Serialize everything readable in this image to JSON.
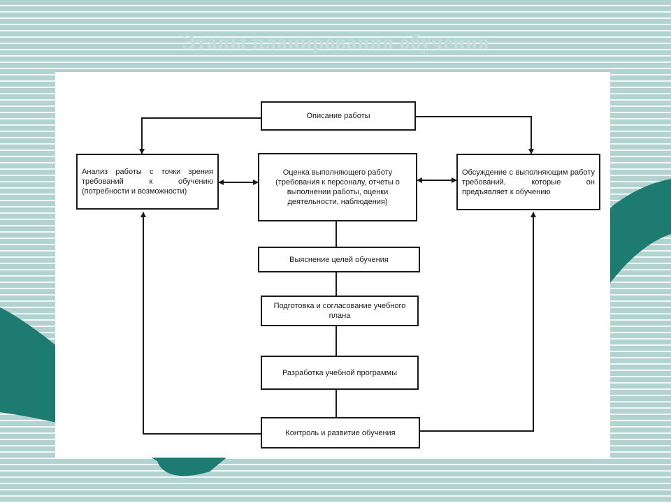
{
  "slide": {
    "title": "Этапы планирования обучения"
  },
  "diagram": {
    "boxes": {
      "job_description": "Описание работы",
      "job_analysis": "Анализ работы с точки зрения требований к обучению (потребности и возможности)",
      "performer_assessment": "Оценка выполняющего работу (требования к персоналу, отчеты о выполнении работы, оценки деятельности, наблюдения)",
      "discussion": "Обсуждение с выполняющим работу требований, которые он предъявляет к обучению",
      "training_goals": "Выяснение целей обучения",
      "plan_preparation": "Подготовка и согласование учебного плана",
      "program_development": "Разработка учебной программы",
      "control_development": "Контроль и развитие обучения"
    }
  },
  "colors": {
    "background": "#b3d3d1",
    "stripe": "#f2f8f7",
    "accent_teal": "#1e7b72",
    "title_text": "#c4dedc",
    "line": "#1a1a1a"
  }
}
